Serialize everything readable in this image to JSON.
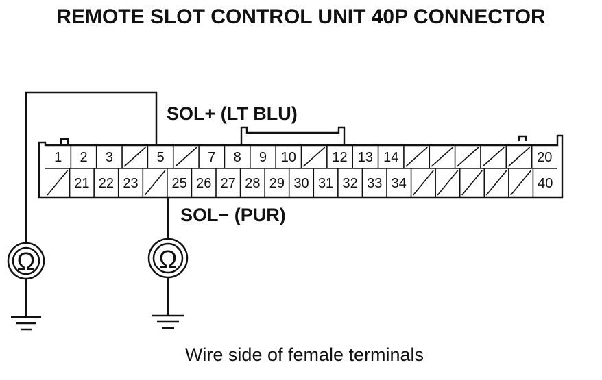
{
  "title": "REMOTE SLOT CONTROL UNIT 40P CONNECTOR",
  "sol_plus_label": "SOL+ (LT BLU)",
  "sol_minus_label": "SOL− (PUR)",
  "caption": "Wire side of female terminals",
  "meter_symbol": "Ω",
  "meter_icon": "ohmmeter-icon",
  "ground_icon": "ground-icon",
  "connector": {
    "top_row": [
      "1",
      "2",
      "3",
      "",
      "5",
      "",
      "7",
      "8",
      "9",
      "10",
      "",
      "12",
      "13",
      "14",
      "",
      "",
      "",
      "",
      "",
      "20"
    ],
    "bottom_row": [
      "",
      "21",
      "22",
      "23",
      "",
      "25",
      "26",
      "27",
      "28",
      "29",
      "30",
      "31",
      "32",
      "33",
      "34",
      "",
      "",
      "",
      "",
      "",
      "40"
    ]
  }
}
